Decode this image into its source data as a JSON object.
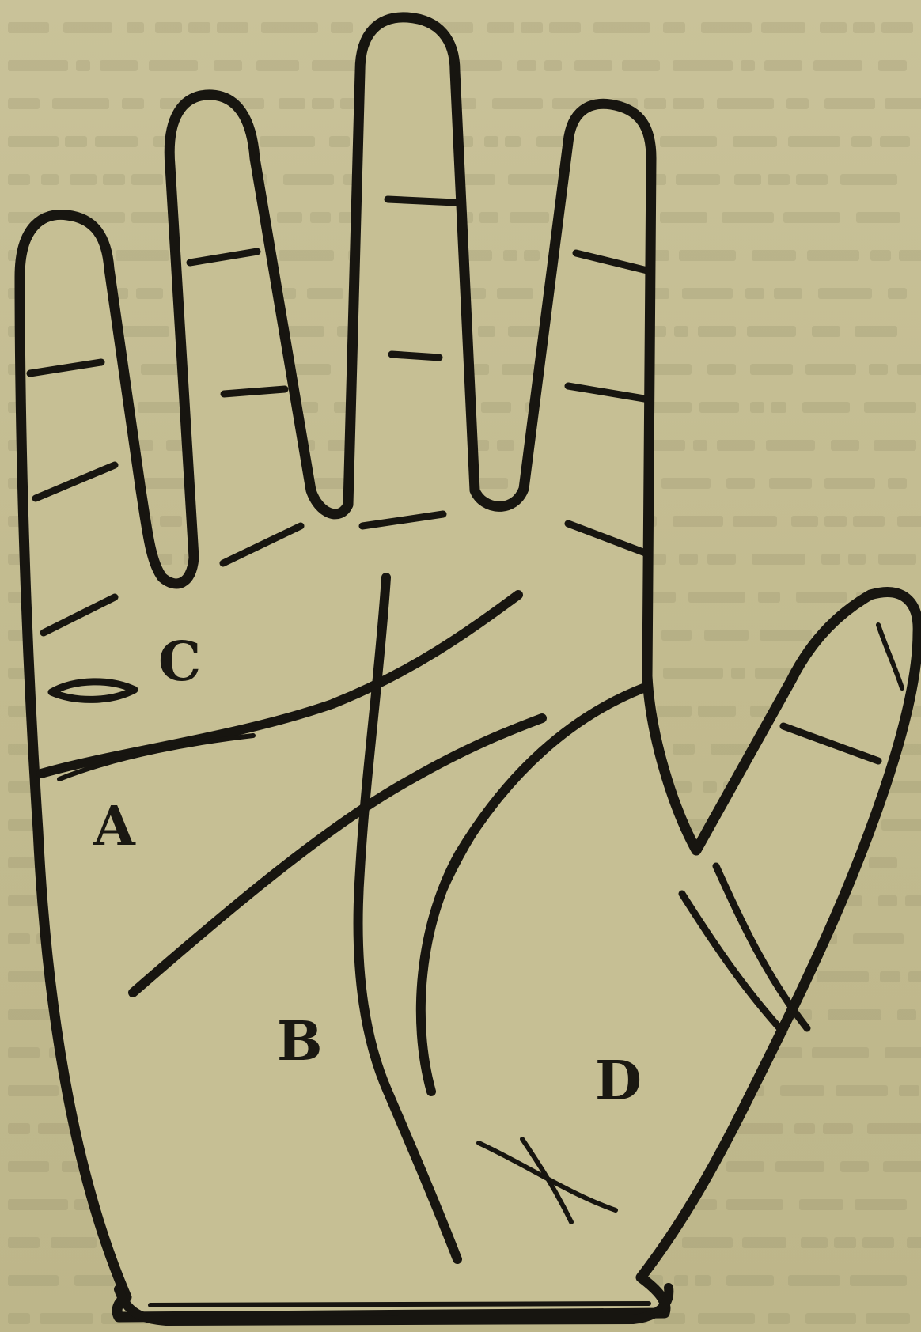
{
  "figure": {
    "labels": {
      "a": "A",
      "b": "B",
      "c": "C",
      "d": "D"
    }
  },
  "colors": {
    "paper": "#c4bd92",
    "ink": "#171510",
    "bleed_text": "#8e8866"
  }
}
